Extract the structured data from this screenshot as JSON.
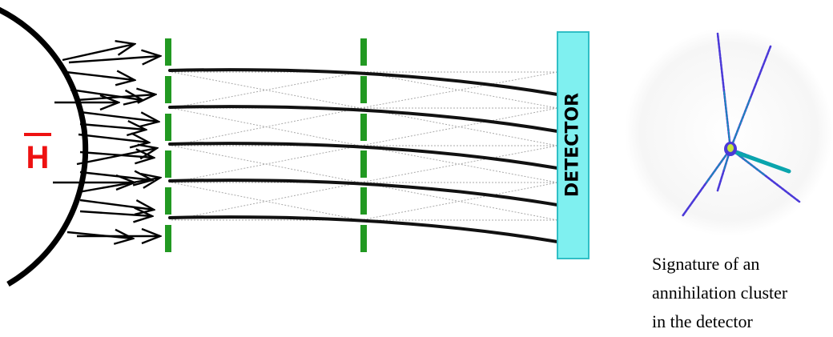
{
  "diagram": {
    "antihydrogen_symbol": "H",
    "detector_label": "DETECTOR",
    "caption": "Signature of an\nannihilation cluster\nin the detector",
    "colors": {
      "antihydrogen": "#ee1111",
      "detector_fill": "#7ff0f0",
      "detector_edge": "#30bfc6",
      "grating_bars": "#229922",
      "trajectories": "#111111",
      "moire_lines": "#aaaaaa",
      "track_outer": "#4b39d8",
      "track_inner": "#0aa5ad",
      "cluster_core": "#c7e63b"
    }
  }
}
